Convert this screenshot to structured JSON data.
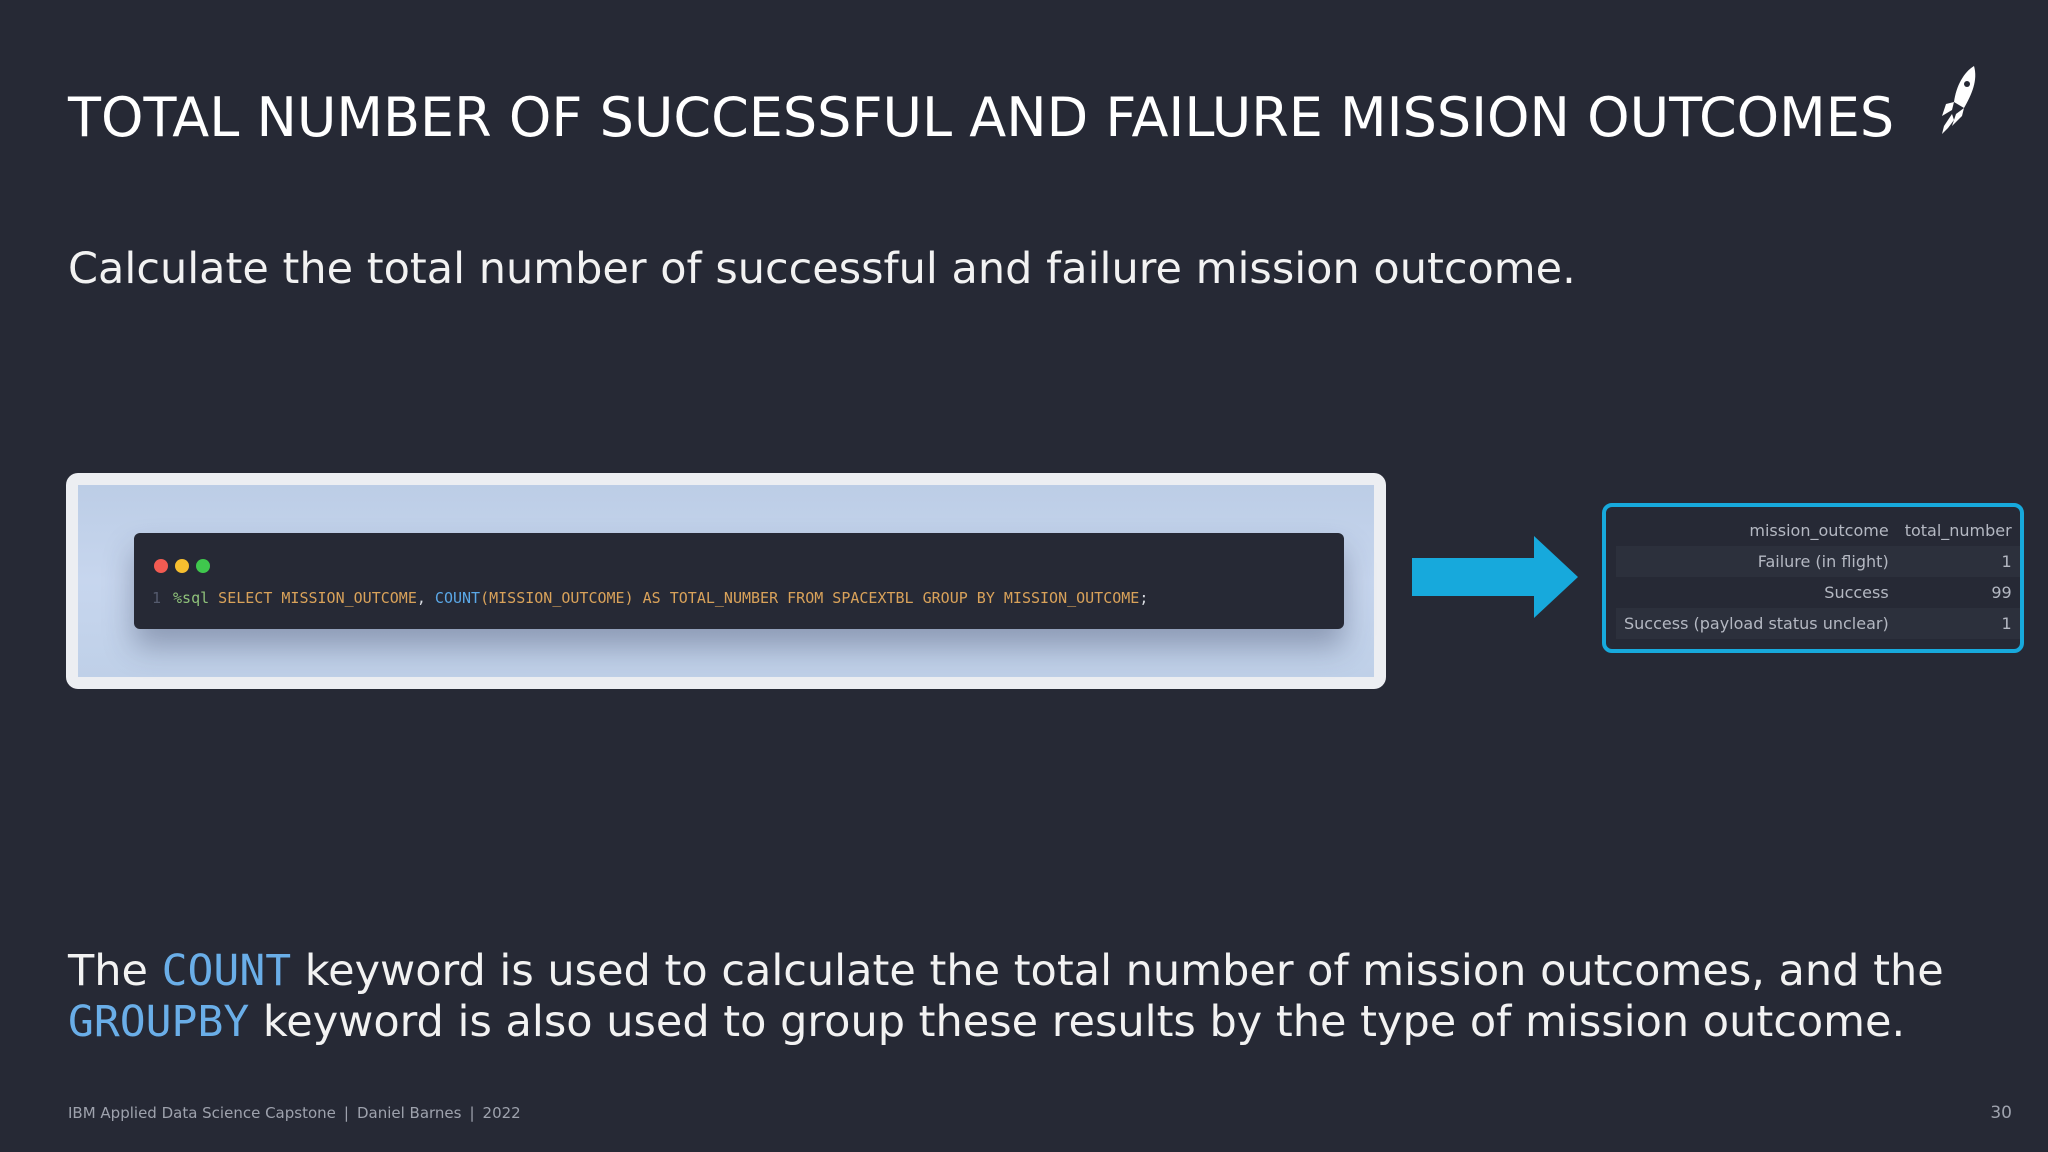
{
  "slide": {
    "title": "TOTAL NUMBER OF SUCCESSFUL AND FAILURE MISSION OUTCOMES",
    "subtitle": "Calculate the total number of successful and failure mission outcome.",
    "logo_icon": "rocket-icon"
  },
  "code": {
    "line_number": "1",
    "magic": "%sql",
    "part1": " SELECT MISSION_OUTCOME",
    "comma": ",",
    "fn": " COUNT",
    "part2": "(MISSION_OUTCOME) AS TOTAL_NUMBER FROM SPACEXTBL GROUP BY MISSION_OUTCOME",
    "semicolon": ";"
  },
  "result": {
    "headers": [
      "mission_outcome",
      "total_number"
    ],
    "rows": [
      {
        "mission_outcome": "Failure (in flight)",
        "total_number": "1"
      },
      {
        "mission_outcome": "Success",
        "total_number": "99"
      },
      {
        "mission_outcome": "Success (payload status unclear)",
        "total_number": "1"
      }
    ]
  },
  "explanation": {
    "line1_pre": "The ",
    "kw1": "COUNT",
    "line1_post": " keyword is used to calculate the total number of mission outcomes, and the",
    "kw2": "GROUPBY",
    "line2_post": " keyword is also used to group these results by the type of mission outcome."
  },
  "footer": {
    "course": "IBM Applied Data Science Capstone",
    "sep": "|",
    "author": "Daniel Barnes",
    "year": "2022",
    "page_number": "30"
  },
  "colors": {
    "background": "#262935",
    "accent": "#17a9dc",
    "keyword": "#6aaee8"
  }
}
